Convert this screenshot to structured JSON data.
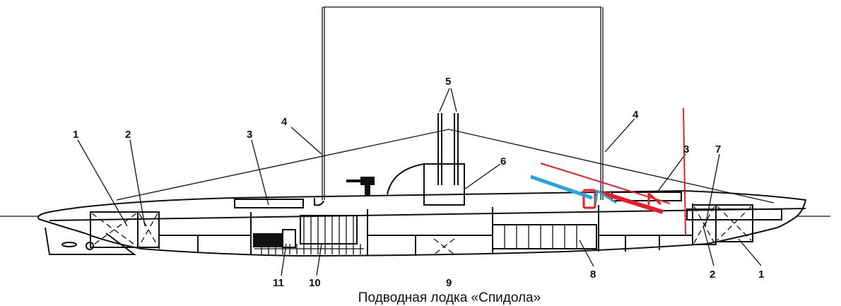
{
  "caption": "Подводная лодка «Спидола»",
  "labels": {
    "l1_stern": "1",
    "l2_stern": "2",
    "l3_left": "3",
    "l4_left": "4",
    "l5": "5",
    "l6": "6",
    "l4_right": "4",
    "l3_right": "3",
    "l7": "7",
    "l2_bow": "2",
    "l1_bow": "1",
    "l8": "8",
    "l9": "9",
    "l10": "10",
    "l11": "11"
  },
  "colors": {
    "annotation_red": "#ee1c24",
    "annotation_blue": "#29a3dd",
    "line": "#111111"
  }
}
